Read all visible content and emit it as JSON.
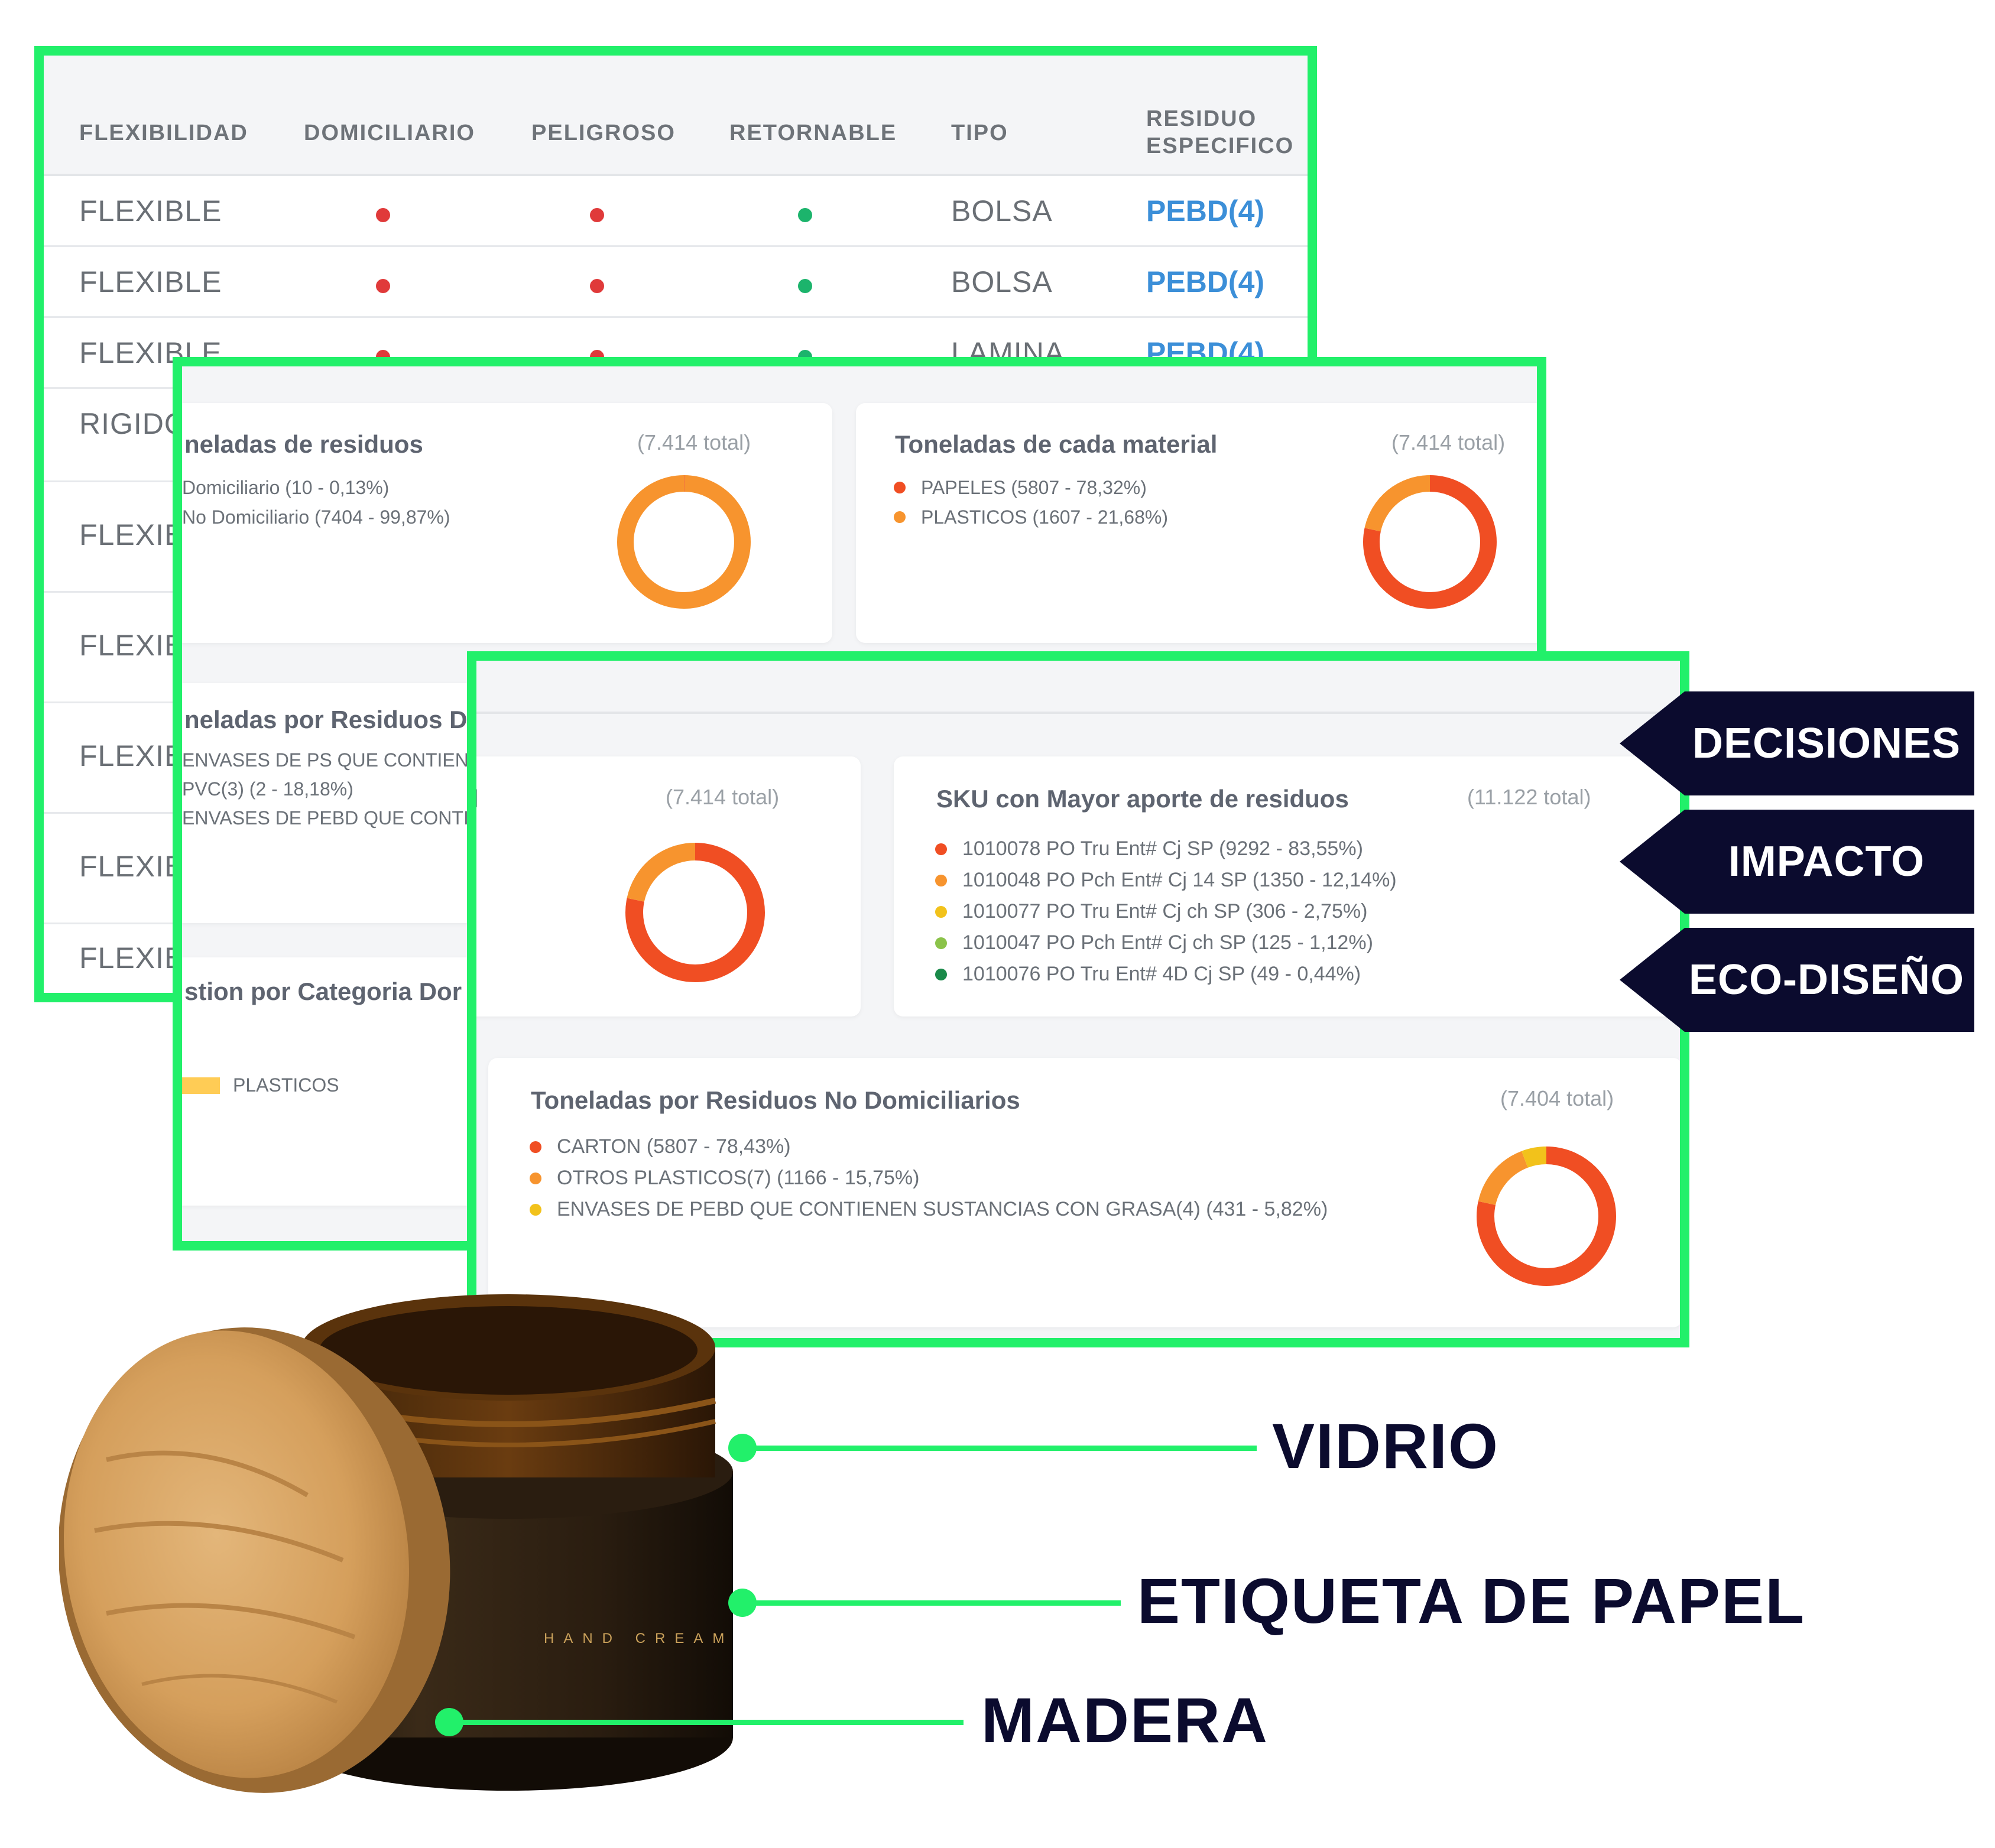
{
  "table": {
    "headers": [
      "FLEXIBILIDAD",
      "DOMICILIARIO",
      "PELIGROSO",
      "RETORNABLE",
      "TIPO",
      "RESIDUO ESPECIFICO"
    ],
    "rows": [
      {
        "flexibilidad": "FLEXIBLE",
        "tipo": "BOLSA",
        "residuo": "PEBD(4)"
      },
      {
        "flexibilidad": "FLEXIBLE",
        "tipo": "BOLSA",
        "residuo": "PEBD(4)"
      },
      {
        "flexibilidad": "FLEXIBLE",
        "tipo": "LAMINA",
        "residuo": "PEBD(4)"
      },
      {
        "flexibilidad": "RIGIDO"
      },
      {
        "flexibilidad": "FLEXIB"
      },
      {
        "flexibilidad": "FLEXIB"
      },
      {
        "flexibilidad": "FLEXIB"
      },
      {
        "flexibilidad": "FLEXIB"
      },
      {
        "flexibilidad": "FLEXIB"
      }
    ],
    "status_colors": {
      "red": "#e03a3a",
      "green": "#1cb46c"
    }
  },
  "mid_panel": {
    "card1": {
      "title": "neladas de residuos",
      "total": "(7.414 total)",
      "legend": [
        "Domiciliario (10 - 0,13%)",
        "No Domiciliario (7404 - 99,87%)"
      ]
    },
    "card2": {
      "title": "Toneladas de cada material",
      "total": "(7.414 total)",
      "legend": [
        "PAPELES (5807 - 78,32%)",
        "PLASTICOS (1607 - 21,68%)"
      ]
    },
    "card3": {
      "title": "neladas por Residuos De",
      "legend": [
        "ENVASES DE PS QUE CONTIENEN",
        "PVC(3) (2 - 18,18%)",
        "ENVASES DE PEBD QUE CONTIE"
      ]
    },
    "card4": {
      "title": "stion por Categoria Dor",
      "legend": [
        "PLASTICOS"
      ]
    }
  },
  "front_panel": {
    "card_left": {
      "title": "l",
      "total": "(7.414 total)"
    },
    "card_sku": {
      "title": "SKU con Mayor aporte de residuos",
      "total": "(11.122 total)",
      "legend": [
        "1010078 PO Tru Ent# Cj SP (9292 - 83,55%)",
        "1010048 PO Pch Ent# Cj 14 SP (1350 - 12,14%)",
        "1010077 PO Tru Ent# Cj ch SP (306 - 2,75%)",
        "1010047 PO Pch Ent# Cj ch SP (125 - 1,12%)",
        "1010076 PO Tru Ent# 4D Cj SP (49 - 0,44%)"
      ]
    },
    "card_nodom": {
      "title": "Toneladas por Residuos No Domiciliarios",
      "total": "(7.404 total)",
      "legend": [
        "CARTON (5807 - 78,43%)",
        "OTROS PLASTICOS(7) (1166 - 15,75%)",
        "ENVASES DE PEBD QUE CONTIENEN SUSTANCIAS CON GRASA(4) (431 - 5,82%)"
      ]
    }
  },
  "charts": {
    "domiciliario": {
      "values": [
        0.13,
        99.87
      ],
      "colors": [
        "#f04e23",
        "#f7942e"
      ]
    },
    "material": {
      "values": [
        78.32,
        21.68
      ],
      "colors": [
        "#f04e23",
        "#f7942e"
      ]
    },
    "front_left": {
      "values": [
        78.3,
        21.7
      ],
      "colors": [
        "#f04e23",
        "#f7942e"
      ]
    },
    "no_domiciliarios": {
      "values": [
        78.43,
        15.75,
        5.82
      ],
      "colors": [
        "#f04e23",
        "#f7942e",
        "#f2c21b"
      ]
    }
  },
  "sku_colors": [
    "#f04e23",
    "#f7942e",
    "#f2c21b",
    "#8bc34a",
    "#1a8a4a"
  ],
  "tags": [
    "DECISIONES",
    "IMPACTO",
    "ECO-DISEÑO"
  ],
  "callouts": [
    "VIDRIO",
    "ETIQUETA DE PAPEL",
    "MADERA"
  ],
  "jar": {
    "label": "HAND CREAM"
  },
  "colors": {
    "accent": "#22f06a",
    "navy": "#0b0b2e"
  }
}
